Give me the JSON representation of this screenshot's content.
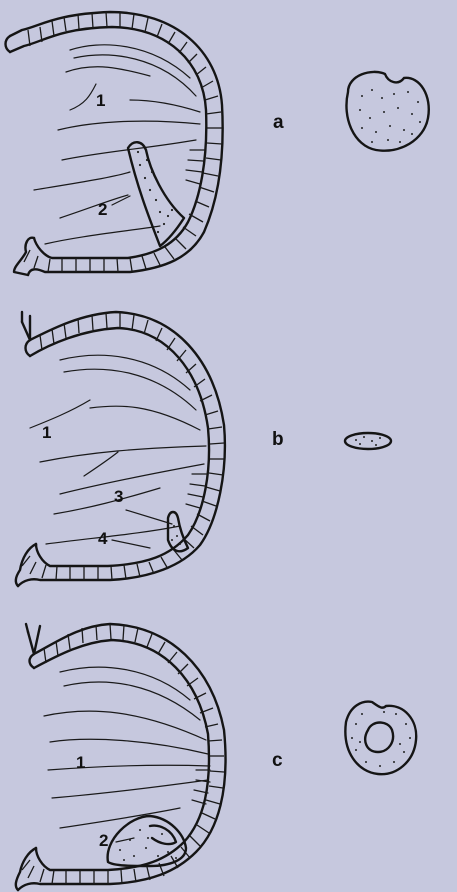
{
  "panels": [
    {
      "letter": "a",
      "numbers": [
        "1",
        "2"
      ]
    },
    {
      "letter": "b",
      "numbers": [
        "1",
        "3",
        "4"
      ]
    },
    {
      "letter": "c",
      "numbers": [
        "1",
        "2"
      ]
    }
  ]
}
